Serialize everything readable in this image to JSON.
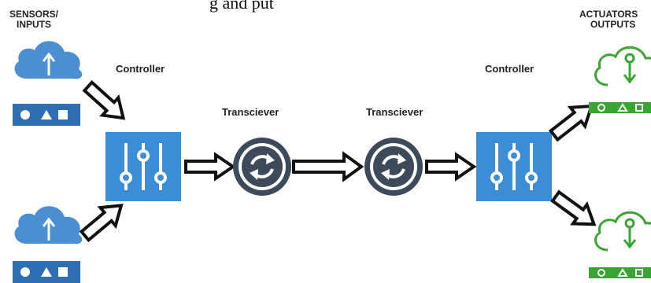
{
  "diagram": {
    "caption_fragment": "g and put",
    "left_heading": [
      "SENSORS/",
      "INPUTS"
    ],
    "right_heading": [
      "ACTUATORS",
      "OUTPUTS"
    ],
    "left_controller_label": "Controller",
    "right_controller_label": "Controller",
    "left_transceiver_label": "Transciever",
    "right_transceiver_label": "Transciever"
  },
  "icons": {
    "sensor_cloud": "cloud-upload-icon",
    "actuator_cloud": "cloud-download-icon",
    "controller": "sliders-icon",
    "transceiver": "sync-icon",
    "flow_arrow": "arrow-right-icon"
  },
  "colors": {
    "sensor_blue": "#4a8fd1",
    "sensor_dark_blue": "#2c6fb5",
    "controller_blue": "#3b8ed6",
    "transceiver_ring": "#3d4a5a",
    "actuator_green": "#3aa535",
    "arrow_stroke": "#111111"
  }
}
